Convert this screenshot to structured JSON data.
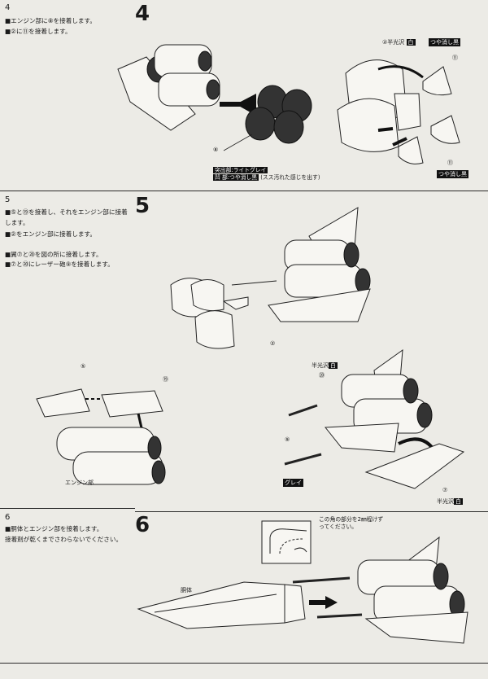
{
  "steps": [
    {
      "small_number": "4",
      "big_number": "4",
      "instructions": [
        "■エンジン部に⑧を接着します。",
        "■②に⑪を接着します。"
      ],
      "labels": {
        "part8": "⑧",
        "part2": "②半光沢",
        "part2_tag": "白",
        "part11a": "⑪",
        "part11b": "⑪",
        "matte_black_a": "つや消し黒",
        "matte_black_b": "つや消し黒"
      },
      "color_note": {
        "line1_tag": "突出部:ライトグレイ",
        "line2_tag": "凹 部:つや消し黒",
        "line2_suffix": "(スス汚れた感じを出す)"
      }
    },
    {
      "small_number": "5",
      "big_number": "5",
      "instructions": [
        "■⑤と⑲を接着し、それをエンジン部に接着します。",
        "■②をエンジン部に接着します。",
        "■翼⑦と⑳を図の所に接着します。",
        "■⑦と⑳にレーザー砲⑨を接着します。"
      ],
      "labels": {
        "part2": "②",
        "part5": "⑤",
        "part19": "⑲",
        "engine": "エンジン部",
        "half_gloss_a": "半光沢",
        "half_gloss_a_tag": "白",
        "part20": "⑳",
        "part9": "⑨",
        "gray_tag": "グレイ",
        "part7": "⑦",
        "half_gloss_b": "半光沢",
        "half_gloss_b_tag": "白"
      }
    },
    {
      "small_number": "6",
      "big_number": "6",
      "instructions": [
        "■胴体とエンジン部を接着します。",
        "接着剤が乾くまでさわらないでください。"
      ],
      "labels": {
        "fuselage": "胴体",
        "cut_note": "この角の部分を2㎜程けずってください。"
      }
    }
  ]
}
